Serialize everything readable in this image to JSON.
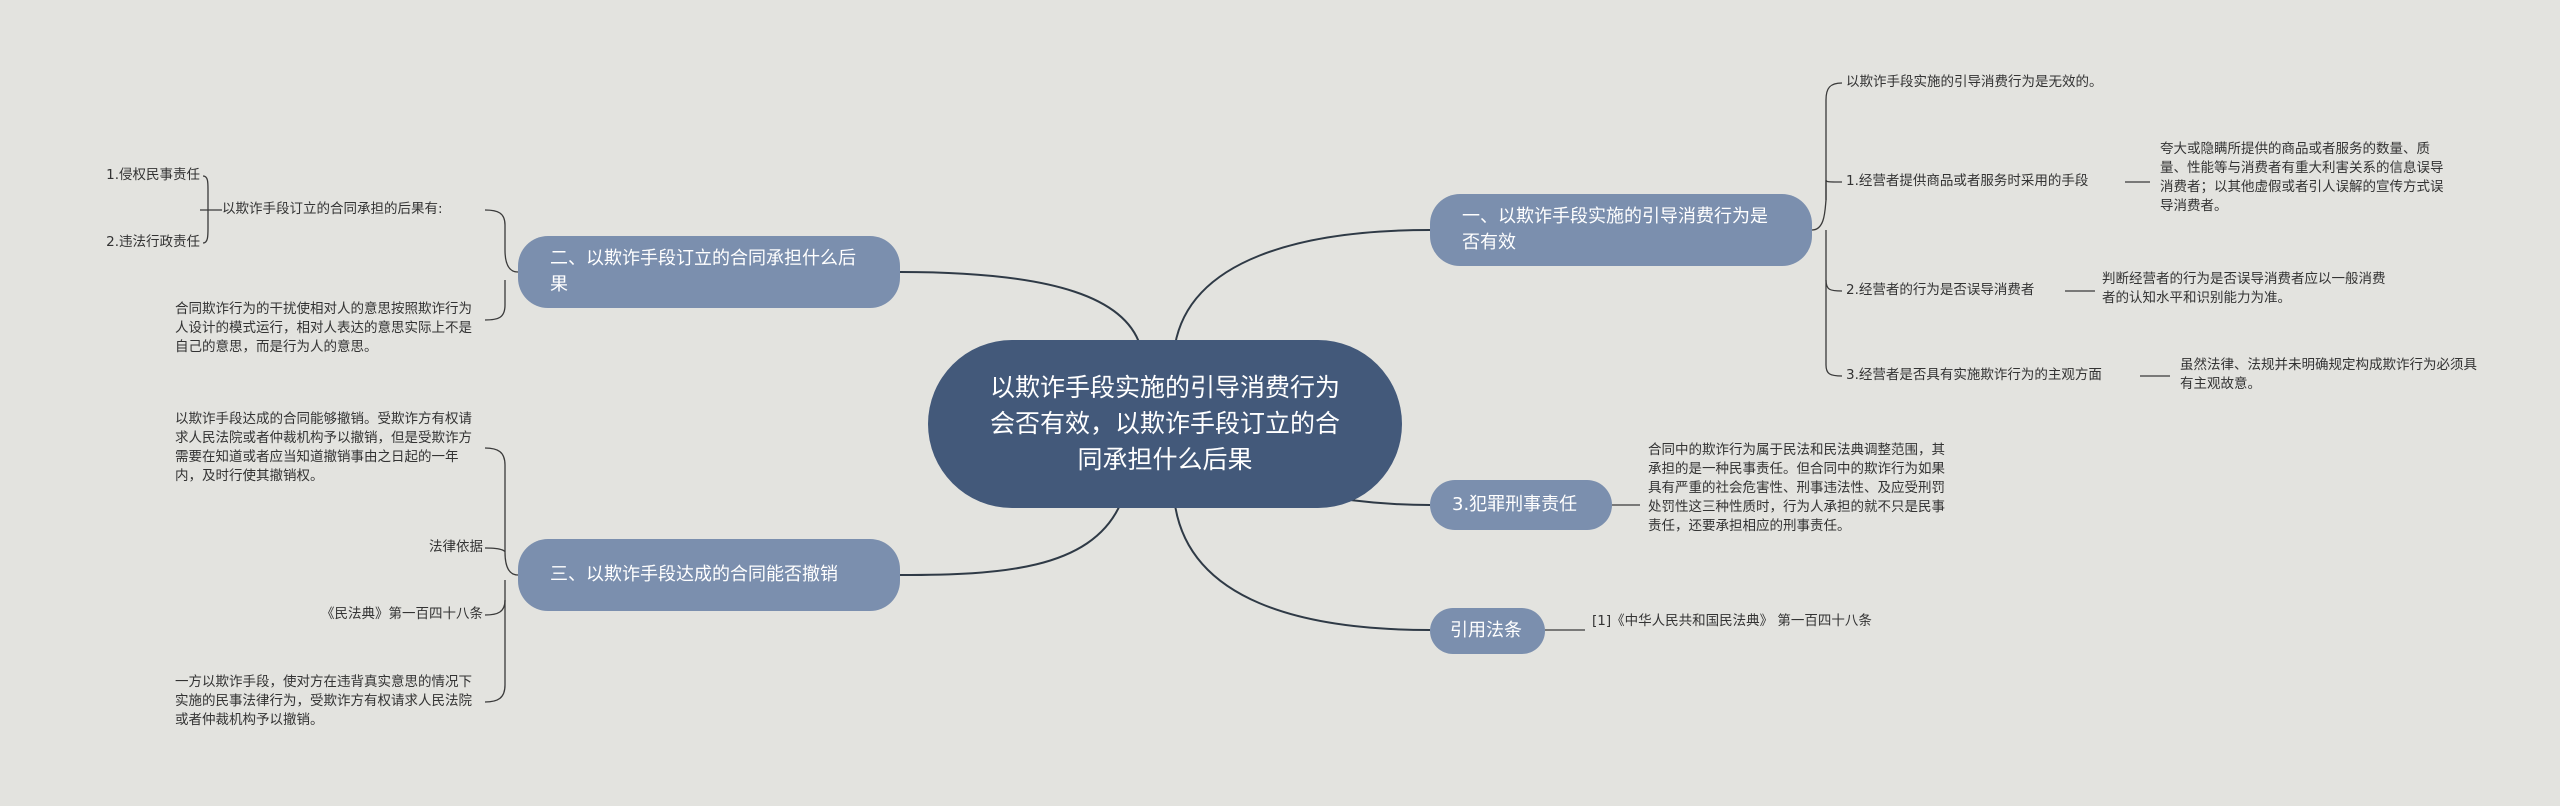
{
  "center": {
    "title": "以欺诈手段实施的引导消费行为会否有效，以欺诈手段订立的合同承担什么后果"
  },
  "branch1": {
    "title": "一、以欺诈手段实施的引导消费行为是否有效",
    "intro": "以欺诈手段实施的引导消费行为是无效的。",
    "items": [
      {
        "label": "1.经营者提供商品或者服务时采用的手段",
        "detail": "夸大或隐瞒所提供的商品或者服务的数量、质量、性能等与消费者有重大利害关系的信息误导消费者；以其他虚假或者引人误解的宣传方式误导消费者。"
      },
      {
        "label": "2.经营者的行为是否误导消费者",
        "detail": "判断经营者的行为是否误导消费者应以一般消费者的认知水平和识别能力为准。"
      },
      {
        "label": "3.经营者是否具有实施欺诈行为的主观方面",
        "detail": "虽然法律、法规并未明确规定构成欺诈行为必须具有主观故意。"
      }
    ]
  },
  "branch2": {
    "title": "二、以欺诈手段订立的合同承担什么后果",
    "sub": "以欺诈手段订立的合同承担的后果有:",
    "items": [
      "1.侵权民事责任",
      "2.违法行政责任"
    ],
    "note": "合同欺诈行为的干扰使相对人的意思按照欺诈行为人设计的模式运行，相对人表达的意思实际上不是自己的意思，而是行为人的意思。"
  },
  "branch3": {
    "title": "三、以欺诈手段达成的合同能否撤销",
    "p1": "以欺诈手段达成的合同能够撤销。受欺诈方有权请求人民法院或者仲裁机构予以撤销，但是受欺诈方需要在知道或者应当知道撤销事由之日起的一年内，及时行使其撤销权。",
    "basis": "法律依据",
    "law": "《民法典》第一百四十八条",
    "p2": "一方以欺诈手段，使对方在违背真实意思的情况下实施的民事法律行为，受欺诈方有权请求人民法院或者仲裁机构予以撤销。"
  },
  "branch4": {
    "title": "3.犯罪刑事责任",
    "detail": "合同中的欺诈行为属于民法和民法典调整范围，其承担的是一种民事责任。但合同中的欺诈行为如果具有严重的社会危害性、刑事违法性、及应受刑罚处罚性这三种性质时，行为人承担的就不只是民事责任，还要承担相应的刑事责任。"
  },
  "branch5": {
    "title": "引用法条",
    "detail": "[1]《中华人民共和国民法典》 第一百四十八条"
  }
}
